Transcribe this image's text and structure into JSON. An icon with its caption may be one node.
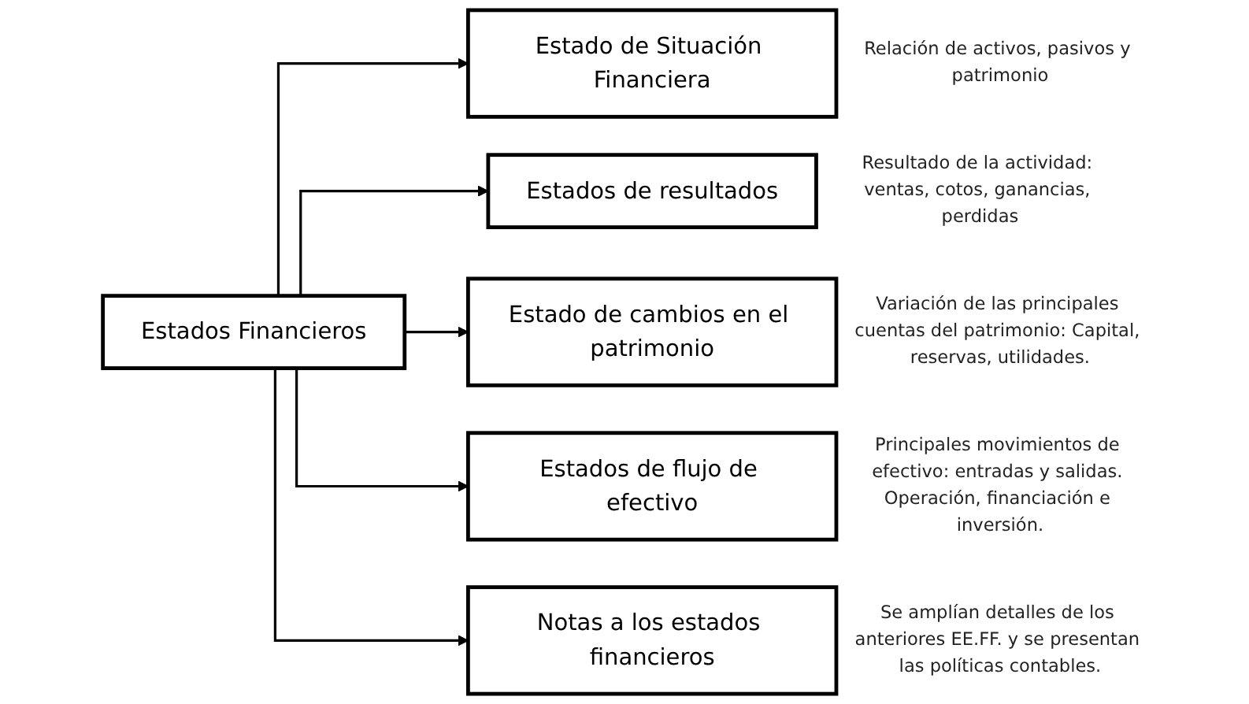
{
  "diagram": {
    "nodes": [
      {
        "text": [
          "Estados Financieros"
        ]
      },
      {
        "text": [
          "Estado de Situación Financiera"
        ],
        "beside": [
          "Relación de activos, pasivos y patrimonio"
        ]
      },
      {
        "text": [
          "Estados de resultados"
        ],
        "beside": [
          "Resultado de la actividad: ventas, cotos, ganancias, perdidas"
        ]
      },
      {
        "text": [
          "Estado de cambios en el patrimonio"
        ],
        "beside": [
          "Variación de las principales cuentas del patrimonio: Capital, reservas, utilidades."
        ]
      },
      {
        "text": [
          "Estados de flujo de efectivo"
        ],
        "beside": [
          "Principales movimientos de efectivo: entradas y salidas. Operación, financiación e inversión."
        ]
      },
      {
        "text": [
          "Notas a los estados financieros"
        ],
        "beside": [
          "Se amplían detalles de los anteriores EE.FF. y se presentan las políticas contables."
        ]
      }
    ],
    "edges": [
      {
        "from": 0,
        "to": 1,
        "arrow": "to"
      },
      {
        "from": 0,
        "to": 2,
        "arrow": "to"
      },
      {
        "from": 0,
        "to": 3,
        "arrow": "to"
      },
      {
        "from": 0,
        "to": 4,
        "arrow": "to"
      },
      {
        "from": 0,
        "to": 5,
        "arrow": "to"
      }
    ]
  }
}
